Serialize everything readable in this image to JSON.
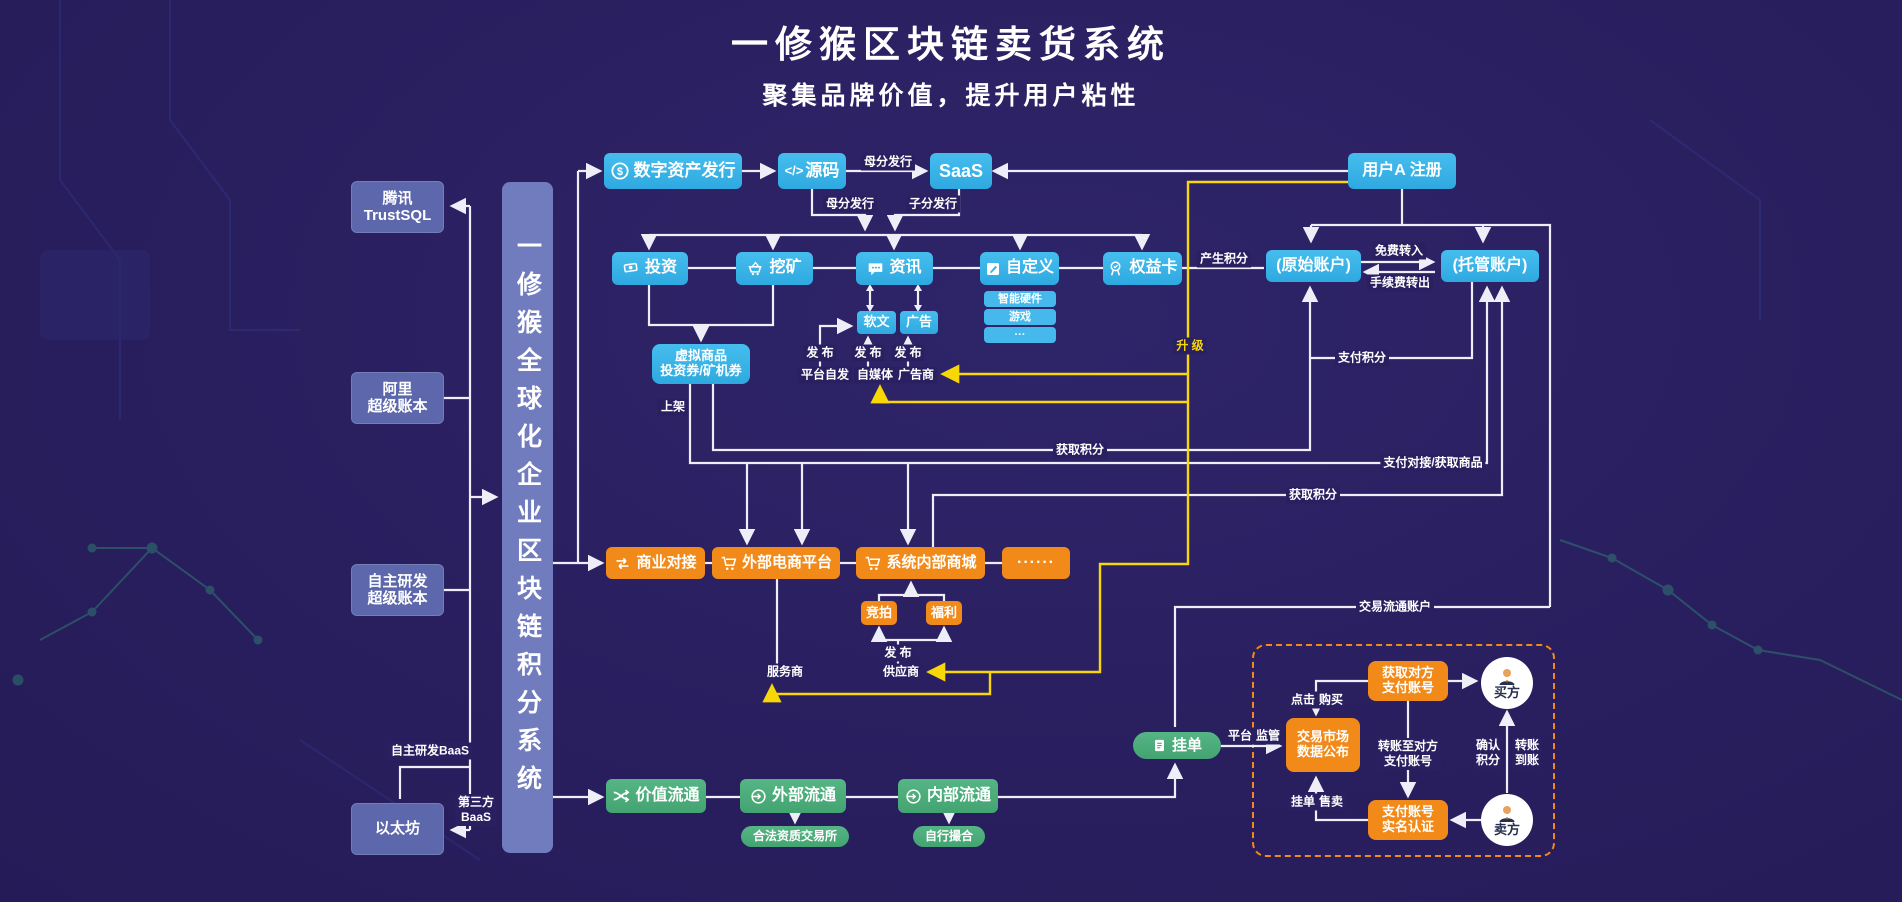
{
  "title": "一修猴区块链卖货系统",
  "subtitle": "聚集品牌价值，提升用户粘性",
  "colors": {
    "background": "#2a2061",
    "node_blue": "#3ab3e8",
    "node_orange": "#f28a1a",
    "node_green": "#4cab77",
    "sidebar_purple": "#5d67ab",
    "bar_purple": "#717cbe",
    "wire_white": "#eeeef8",
    "wire_yellow": "#f7d708",
    "dashed_border": "#f2891a"
  },
  "sidebar": {
    "bar_label": "一修猴全球化企业区块链积分系统",
    "platforms": [
      {
        "label": "腾讯\nTrustSQL"
      },
      {
        "label": "阿里\n超级账本"
      },
      {
        "label": "自主研发\n超级账本"
      },
      {
        "label": "以太坊"
      }
    ]
  },
  "nodes": {
    "shuzi": {
      "label": "数字资产发行",
      "icon": "coin-icon"
    },
    "yuanma": {
      "label": "源码",
      "icon": "code-icon",
      "icon_text": "</>"
    },
    "saas": {
      "label": "SaaS"
    },
    "yonghuA": {
      "label": "用户A 注册"
    },
    "touzi": {
      "label": "投资",
      "icon": "money-icon"
    },
    "wakuang": {
      "label": "挖矿",
      "icon": "mine-cart-icon"
    },
    "zixun": {
      "label": "资讯",
      "icon": "chat-icon"
    },
    "zidingyi": {
      "label": "自定义",
      "icon": "pencil-icon"
    },
    "quanyika": {
      "label": "权益卡",
      "icon": "badge-icon"
    },
    "zhineng": {
      "label": "智能硬件"
    },
    "youxi": {
      "label": "游戏"
    },
    "dots3": {
      "label": "···"
    },
    "ruanwen": {
      "label": "软文"
    },
    "guanggao": {
      "label": "广告"
    },
    "xuni": {
      "label": "虚拟商品\n投资券/矿机券"
    },
    "yuanshi": {
      "label": "(原始账户)"
    },
    "tuoguan": {
      "label": "(托管账户)"
    },
    "shangye": {
      "label": "商业对接",
      "icon": "swap-icon"
    },
    "waibu_ec": {
      "label": "外部电商平台",
      "icon": "cart-icon"
    },
    "xitong_mall": {
      "label": "系统内部商城",
      "icon": "cart-icon"
    },
    "dotsbox": {
      "label": "······"
    },
    "jingpai": {
      "label": "竞拍"
    },
    "fuli": {
      "label": "福利"
    },
    "guadan": {
      "label": "挂单",
      "icon": "doc-icon"
    },
    "jiaoyi_shichang": {
      "label": "交易市场\n数据公布"
    },
    "huoqu_zhifu": {
      "label": "获取对方\n支付账号"
    },
    "zhifu_renzheng": {
      "label": "支付账号\n实名认证"
    },
    "jiazhi": {
      "label": "价值流通",
      "icon": "shuffle-icon"
    },
    "waibu_lt": {
      "label": "外部流通",
      "icon": "cycle-icon"
    },
    "neibu_lt": {
      "label": "内部流通",
      "icon": "cycle-icon"
    },
    "hefa": {
      "label": "合法资质交易所"
    },
    "zixing": {
      "label": "自行撮合"
    }
  },
  "actors": {
    "buyer": {
      "label": "买方",
      "icon": "person-icon"
    },
    "seller": {
      "label": "卖方",
      "icon": "person-icon"
    }
  },
  "edge_labels": {
    "mufaxing_top": "母分发行",
    "mufaxing_down": "母分发行",
    "zifaxing": "子分发行",
    "chansheng_jifen": "产生积分",
    "mianfei_zhuanru": "免费转入",
    "shouxufei_zhuanchu": "手续费转出",
    "shengji": "升 级",
    "zhifu_jifen": "支付积分",
    "huoqu_jifen_1": "获取积分",
    "huoqu_jifen_2": "获取积分",
    "zhifu_duijie": "支付对接/获取商品",
    "jiaoyi_liutong": "交易流通账户",
    "shangjia": "上架",
    "fabu_a": "发 布",
    "fabu_b": "发 布",
    "fabu_c": "发 布",
    "fabu_d": "发 布",
    "pingtai_zifa": "平台自发",
    "zimeiti": "自媒体",
    "guanggaoshang": "广告商",
    "fuwushang": "服务商",
    "gongyingshang": "供应商",
    "pingtai": "平台",
    "jianguan": "监管",
    "dianji": "点击",
    "goumai": "购买",
    "zhuanzhang_duifang": "转账至对方\n支付账号",
    "queren_jifen": "确认\n积分",
    "zhuanzhang_daozhang": "转账\n到账",
    "guadan_lbl": "挂单",
    "shoumai": "售卖",
    "zizhu_baas": "自主研发BaaS",
    "disanfang_baas": "第三方\nBaaS"
  }
}
